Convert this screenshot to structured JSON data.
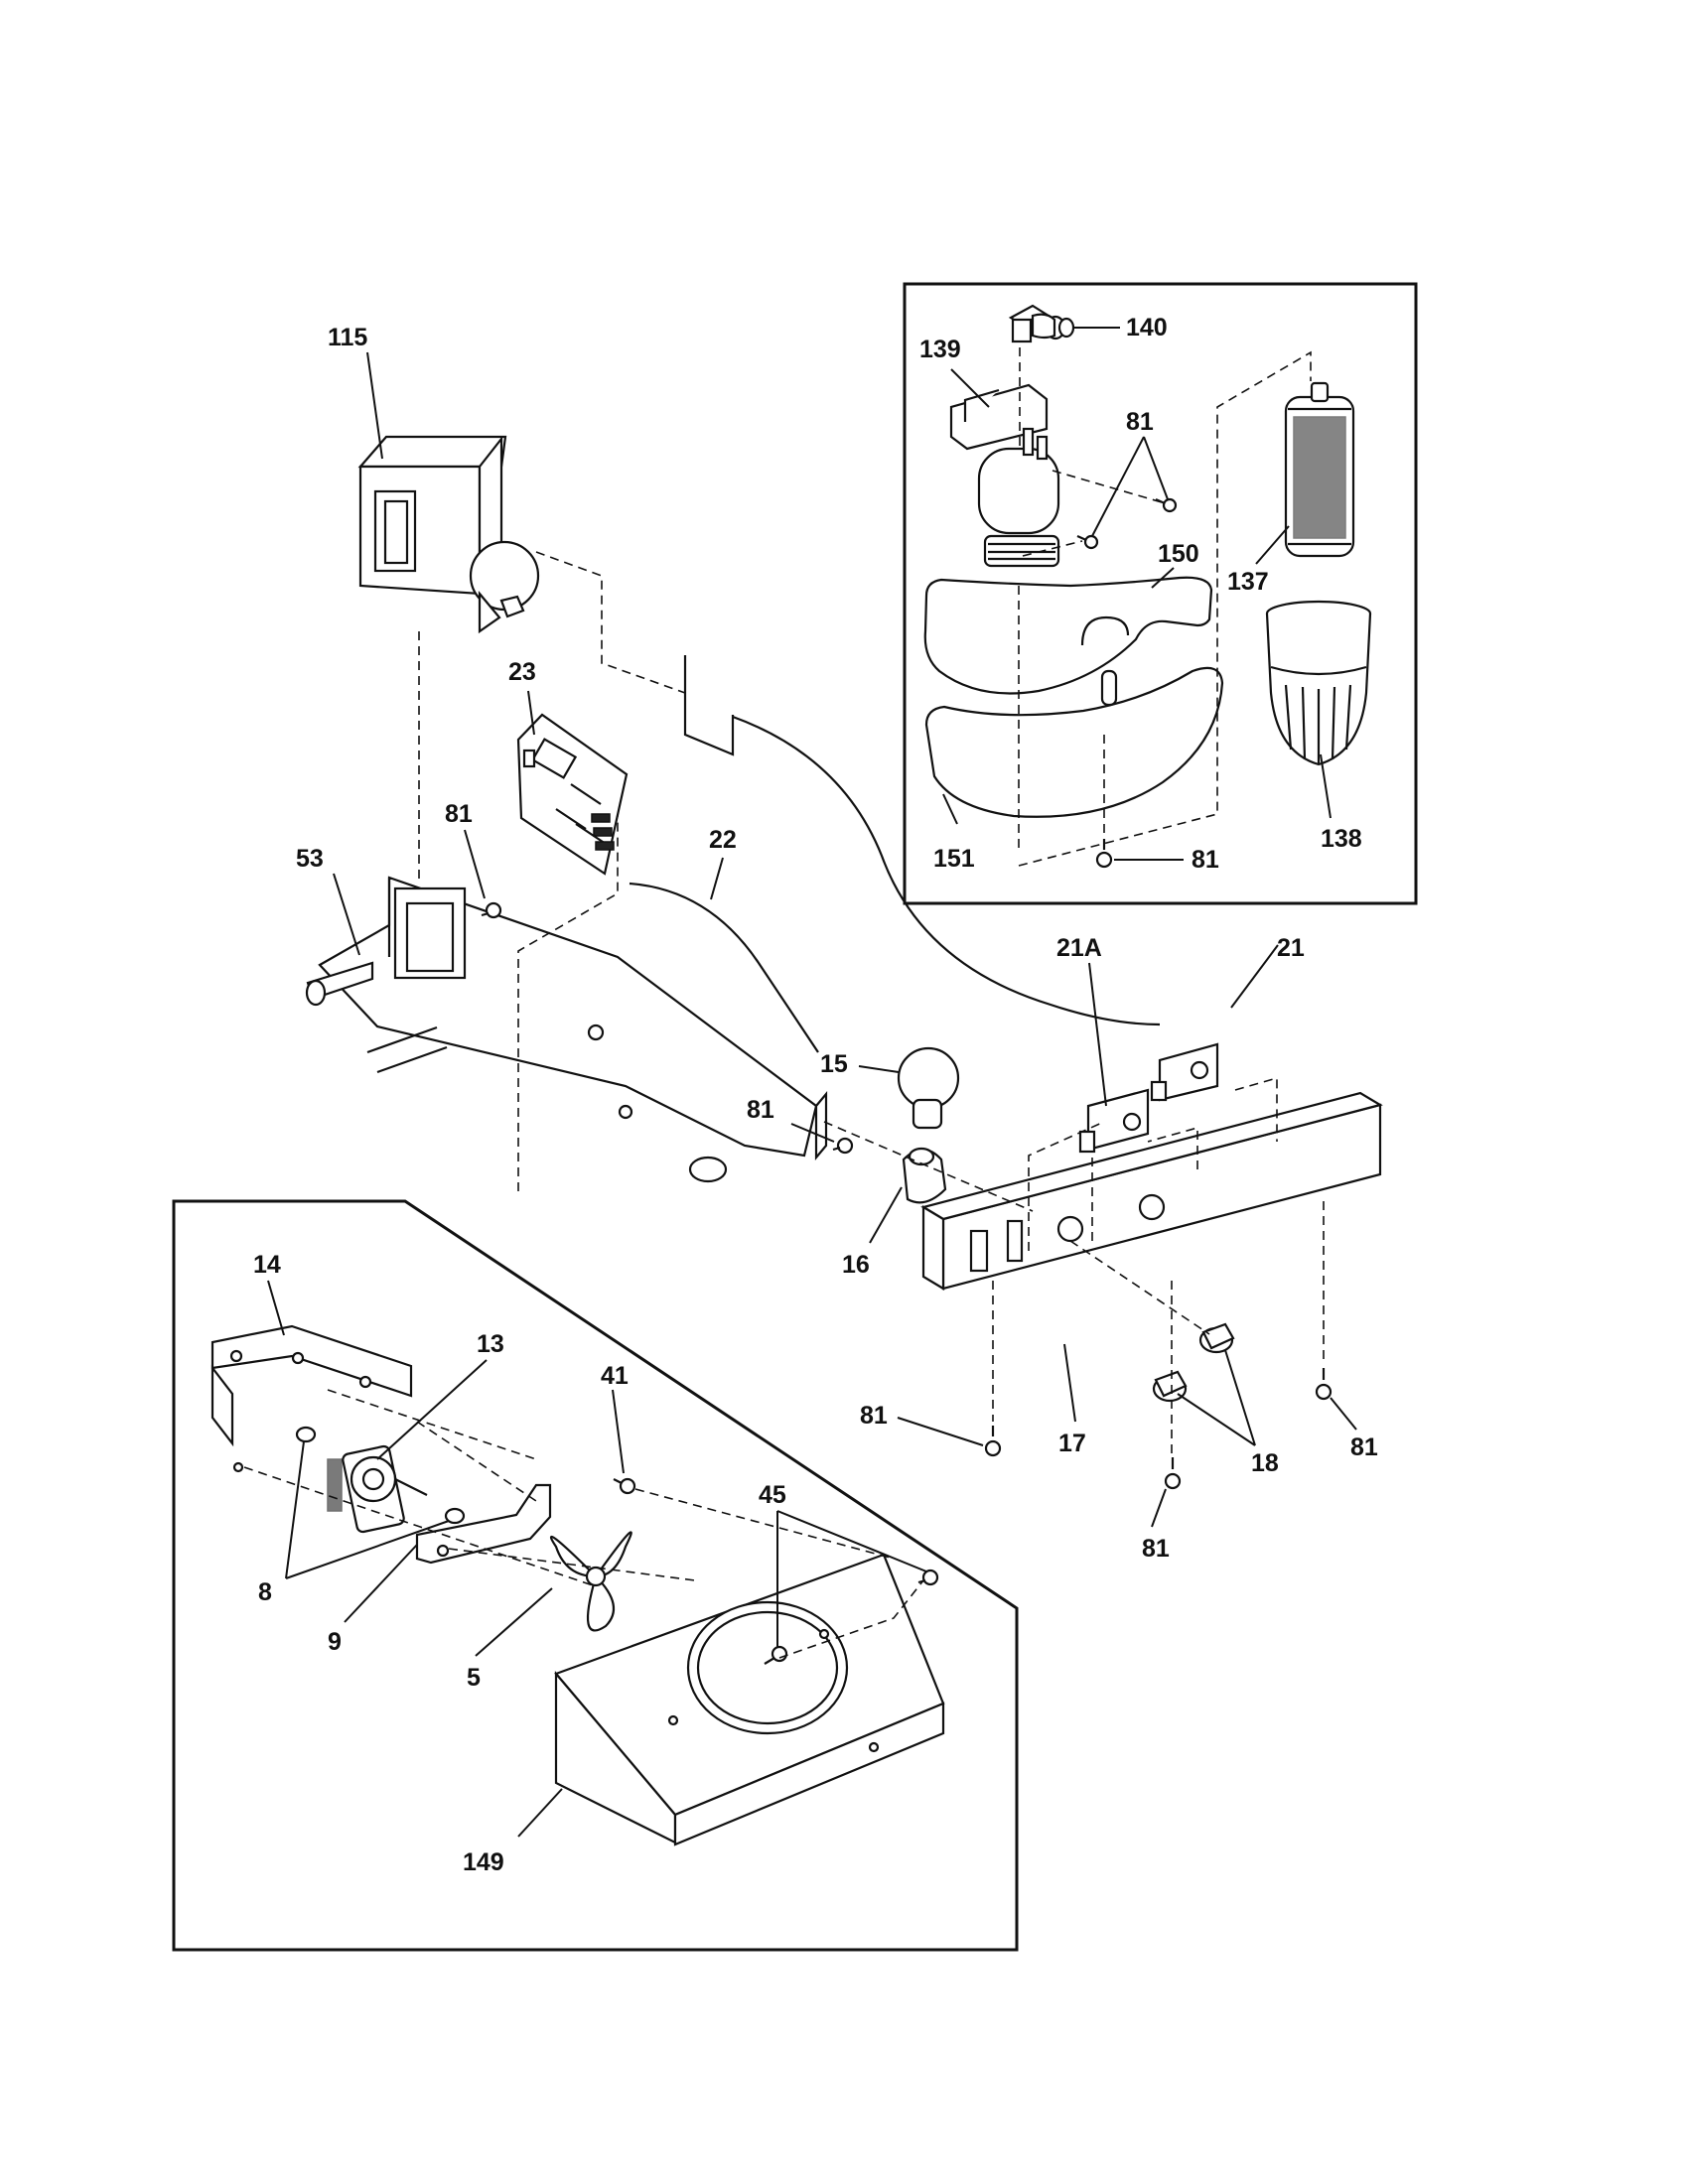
{
  "diagram": {
    "labels": {
      "l115": "115",
      "l140": "140",
      "l139": "139",
      "l81_top": "81",
      "l150": "150",
      "l137": "137",
      "l151": "151",
      "l81_box": "81",
      "l138": "138",
      "l23": "23",
      "l22": "22",
      "l81_left": "81",
      "l53": "53",
      "l21A": "21A",
      "l21": "21",
      "l15": "15",
      "l81_mid": "81",
      "l16": "16",
      "l14": "14",
      "l13": "13",
      "l41": "41",
      "l45": "45",
      "l8": "8",
      "l9": "9",
      "l5": "5",
      "l149": "149",
      "l81_a": "81",
      "l17": "17",
      "l18": "18",
      "l81_b": "81",
      "l81_c": "81"
    }
  }
}
